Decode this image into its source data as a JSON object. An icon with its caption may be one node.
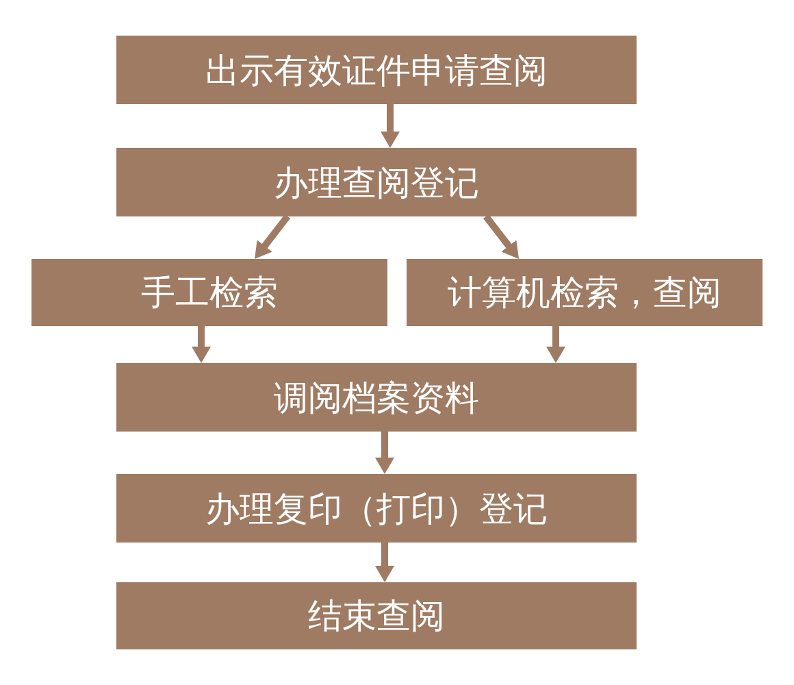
{
  "diagram": {
    "nodes": [
      {
        "text": [
          "出示有效证件申请查阅"
        ]
      },
      {
        "text": [
          "办理查阅登记"
        ]
      },
      {
        "text": [
          "手工检索"
        ]
      },
      {
        "text": [
          "计算机检索，查阅"
        ]
      },
      {
        "text": [
          "调阅档案资料"
        ]
      },
      {
        "text": [
          "办理复印（打印）登记"
        ]
      },
      {
        "text": [
          "结束查阅"
        ]
      }
    ],
    "edges": [
      {
        "from": 0,
        "to": 1,
        "arrow": "to"
      },
      {
        "from": 1,
        "to": 2,
        "arrow": "to"
      },
      {
        "from": 1,
        "to": 3,
        "arrow": "to"
      },
      {
        "from": 2,
        "to": 4,
        "arrow": "to"
      },
      {
        "from": 3,
        "to": 4,
        "arrow": "to"
      },
      {
        "from": 4,
        "to": 5,
        "arrow": "to"
      },
      {
        "from": 5,
        "to": 6,
        "arrow": "to"
      }
    ]
  }
}
